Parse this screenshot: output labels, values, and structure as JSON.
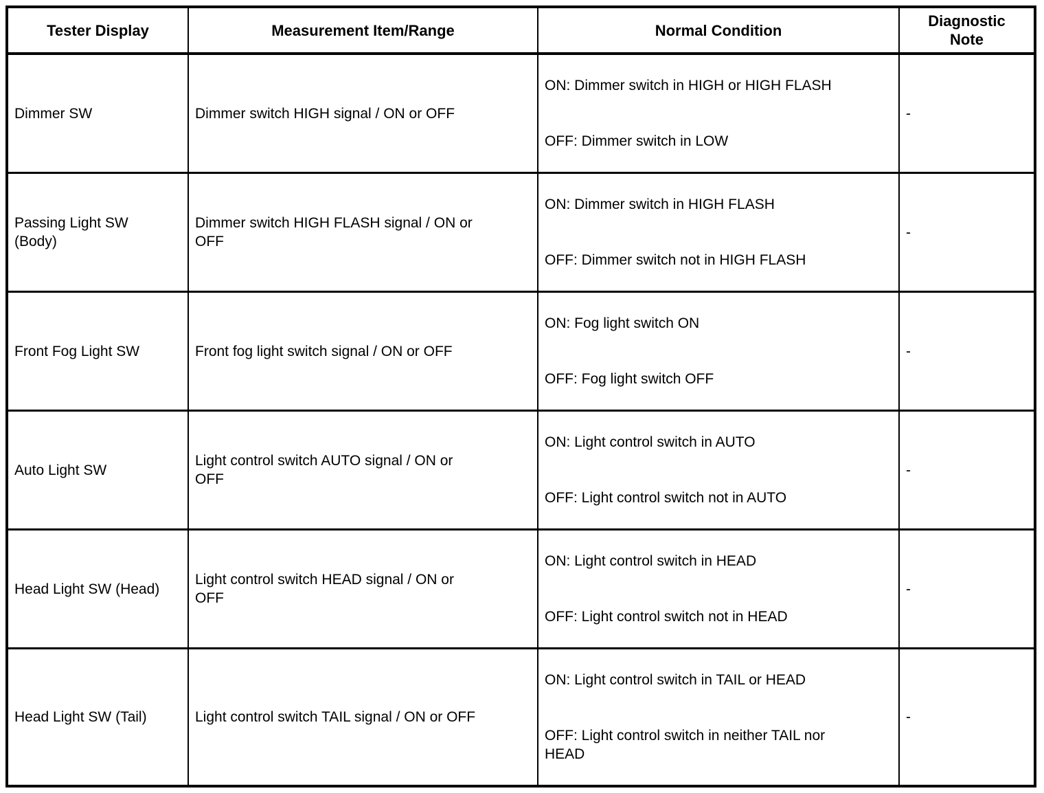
{
  "table": {
    "headers": {
      "tester_display": "Tester Display",
      "measurement": "Measurement Item/Range",
      "normal_condition": "Normal Condition",
      "diagnostic_note": "Diagnostic\nNote"
    },
    "rows": [
      {
        "tester_display": "Dimmer SW",
        "measurement": "Dimmer switch HIGH signal / ON or OFF",
        "condition_on": "ON: Dimmer switch in HIGH or HIGH FLASH",
        "condition_off": "OFF: Dimmer switch in LOW",
        "note": "-"
      },
      {
        "tester_display": "Passing Light SW\n(Body)",
        "measurement": "Dimmer switch HIGH FLASH signal / ON or\nOFF",
        "condition_on": "ON: Dimmer switch in HIGH FLASH",
        "condition_off": "OFF: Dimmer switch not in HIGH FLASH",
        "note": "-"
      },
      {
        "tester_display": "Front Fog Light SW",
        "measurement": "Front fog light switch signal / ON or OFF",
        "condition_on": "ON: Fog light switch ON",
        "condition_off": "OFF: Fog light switch OFF",
        "note": "-"
      },
      {
        "tester_display": "Auto Light SW",
        "measurement": "Light control switch AUTO signal / ON or\nOFF",
        "condition_on": "ON: Light control switch in AUTO",
        "condition_off": "OFF: Light control switch not in AUTO",
        "note": "-"
      },
      {
        "tester_display": "Head Light SW (Head)",
        "measurement": "Light control switch HEAD signal / ON or\nOFF",
        "condition_on": "ON: Light control switch in HEAD",
        "condition_off": "OFF: Light control switch not in HEAD",
        "note": "-"
      },
      {
        "tester_display": "Head Light SW (Tail)",
        "measurement": "Light control switch TAIL signal / ON or OFF",
        "condition_on": "ON: Light control switch in TAIL or HEAD",
        "condition_off": "OFF: Light control switch in neither TAIL nor\nHEAD",
        "note": "-"
      }
    ]
  }
}
